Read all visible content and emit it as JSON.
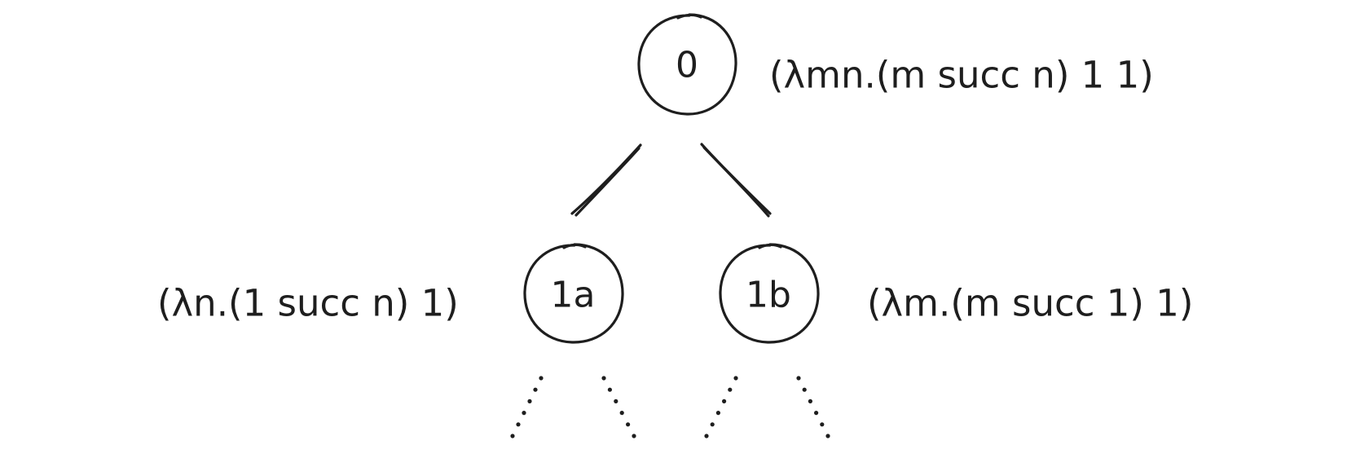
{
  "nodes": {
    "root": {
      "label": "0",
      "expression": "(λmn.(m succ n) 1 1)"
    },
    "left": {
      "label": "1a",
      "expression": "(λn.(1 succ n) 1)"
    },
    "right": {
      "label": "1b",
      "expression": "(λm.(m succ 1) 1)"
    }
  },
  "continuation_branches": 4,
  "colors": {
    "ink": "#1e1e1e",
    "background": "#ffffff"
  }
}
